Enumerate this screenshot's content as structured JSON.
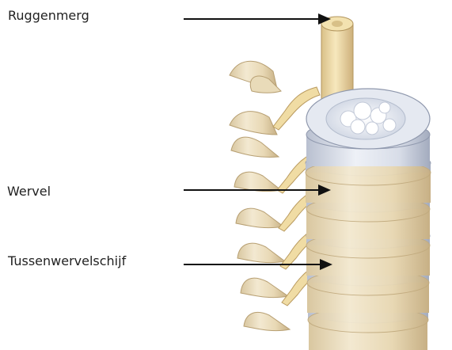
{
  "labels": {
    "spinal_cord": "Ruggenmerg",
    "vertebra": "Wervel",
    "intervertebral_disc": "Tussenwervelschijf"
  },
  "colors": {
    "background": "#ffffff",
    "text": "#222222",
    "arrow": "#111111",
    "bone": "#efe3c6",
    "bone_shadow": "#c9b48c",
    "disc": "#dde2ec",
    "disc_shadow": "#9aa3b8",
    "cord": "#f1dda6"
  }
}
